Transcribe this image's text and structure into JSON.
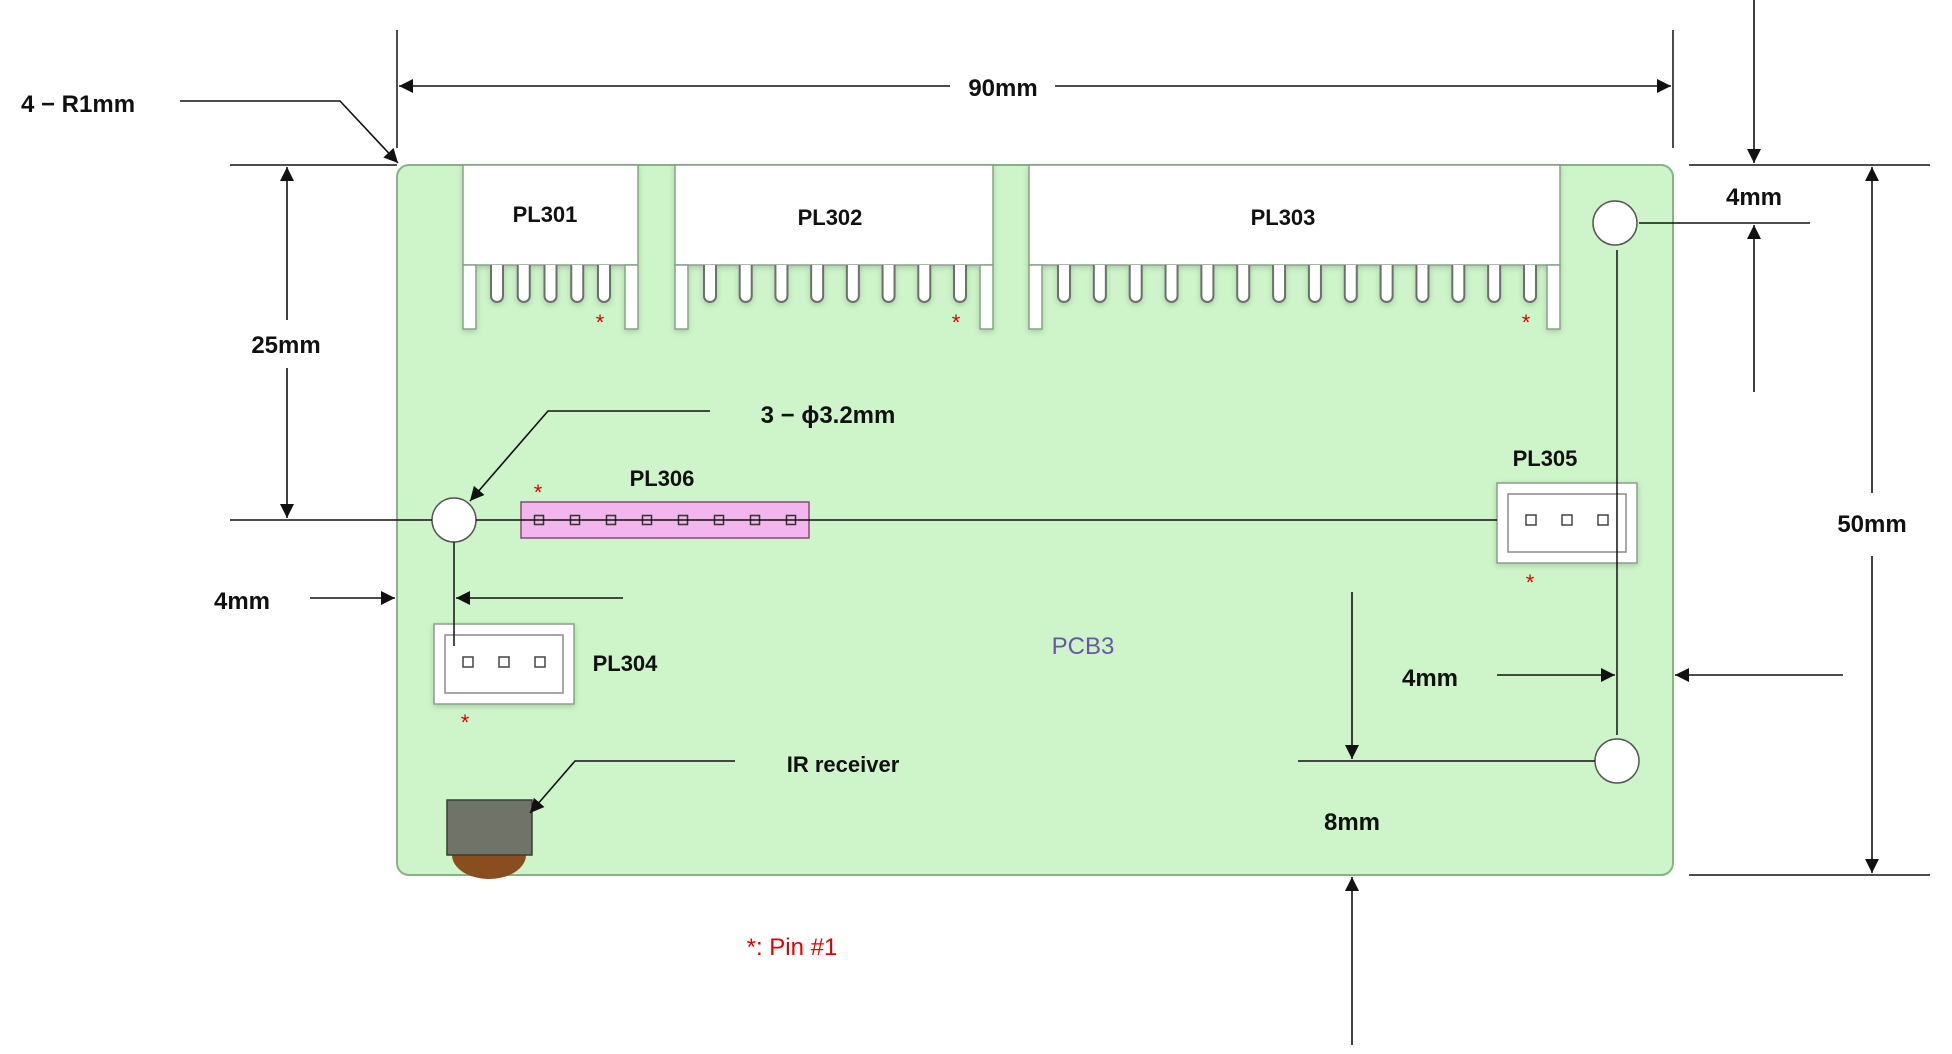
{
  "colors": {
    "board_fill": "#cdf5c9",
    "board_stroke": "#86b486",
    "header_pink": "#f2b6ec",
    "ir_body": "#6f7368",
    "ir_lens": "#8a4d1d",
    "pin1_marker": "#e00000",
    "pcb_label": "#6a55a8"
  },
  "board": {
    "name": "PCB3"
  },
  "dimensions": {
    "width": "90mm",
    "height": "50mm",
    "corner_radius": "4 − R1mm",
    "hole_spec": "3 − ϕ3.2mm",
    "hole_offset_top": "25mm",
    "left_hole_offset": "4mm",
    "right_hole_top_offset": "4mm",
    "right_hole_side_offset": "4mm",
    "bottom_hole_offset": "8mm"
  },
  "connectors": {
    "pl301": {
      "label": "PL301",
      "pins": 5
    },
    "pl302": {
      "label": "PL302",
      "pins": 8
    },
    "pl303": {
      "label": "PL303",
      "pins": 14
    },
    "pl304": {
      "label": "PL304",
      "pins": 3
    },
    "pl305": {
      "label": "PL305",
      "pins": 3
    },
    "pl306": {
      "label": "PL306",
      "pins": 8
    }
  },
  "ir_receiver": {
    "label": "IR receiver"
  },
  "pin1_marker": "*",
  "legend": {
    "pin1_note": "*: Pin #1"
  }
}
